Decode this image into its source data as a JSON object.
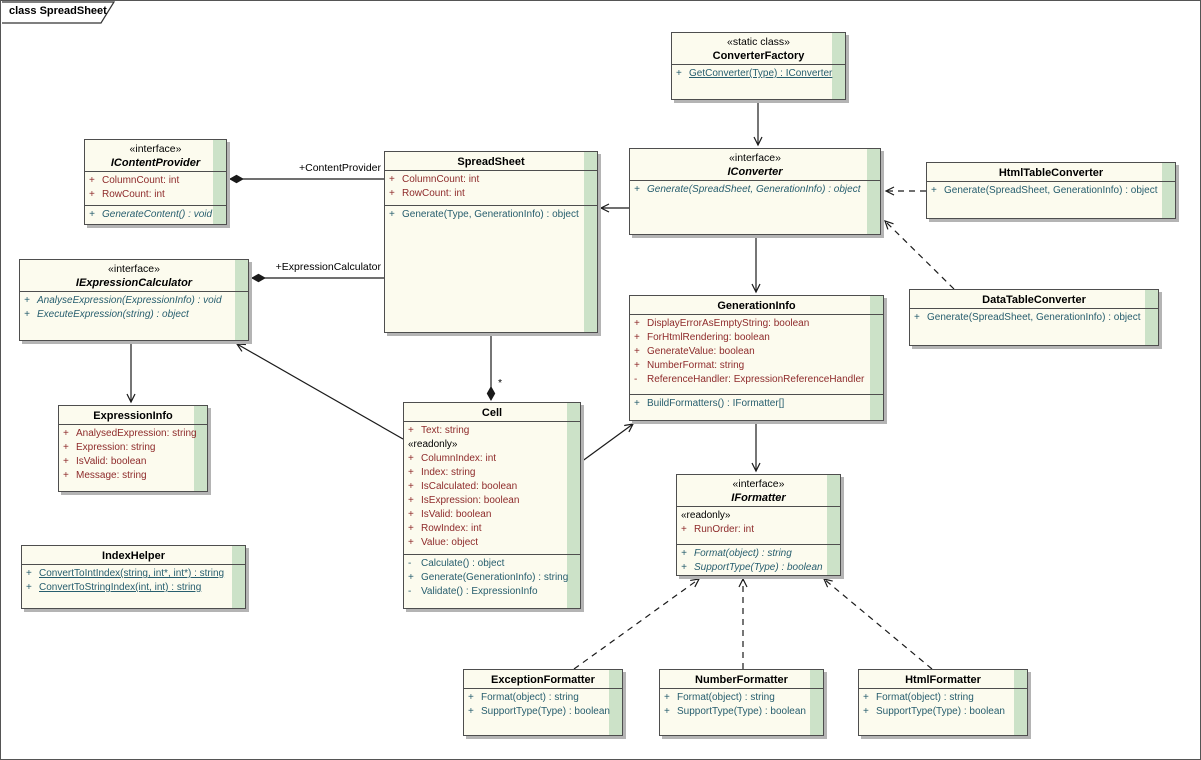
{
  "frame": {
    "tab_label": "class SpreadSheet"
  },
  "colors": {
    "box_fill": "#FCFBEE",
    "box_strip": "#CCE2C8",
    "attribute_text": "#8E2B2B",
    "method_text": "#275E6E"
  },
  "labels": {
    "content_provider_role": "+ContentProvider",
    "expression_calculator_role": "+ExpressionCalculator",
    "cell_multiplicity": "*"
  },
  "classes": {
    "converter_factory": {
      "stereotype": "«static class»",
      "name": "ConverterFactory",
      "ops": [
        {
          "v": "+",
          "t": "GetConverter(Type) : IConverter"
        }
      ]
    },
    "icontent_provider": {
      "stereotype": "«interface»",
      "name": "IContentProvider",
      "attrs": [
        {
          "v": "+",
          "t": "ColumnCount:  int"
        },
        {
          "v": "+",
          "t": "RowCount:  int"
        }
      ],
      "ops": [
        {
          "v": "+",
          "t": "GenerateContent() : void"
        }
      ]
    },
    "spreadsheet": {
      "name": "SpreadSheet",
      "attrs": [
        {
          "v": "+",
          "t": "ColumnCount:  int"
        },
        {
          "v": "+",
          "t": "RowCount:  int"
        }
      ],
      "ops": [
        {
          "v": "+",
          "t": "Generate(Type, GenerationInfo) : object"
        }
      ]
    },
    "iconverter": {
      "stereotype": "«interface»",
      "name": "IConverter",
      "ops": [
        {
          "v": "+",
          "t": "Generate(SpreadSheet, GenerationInfo) : object"
        }
      ]
    },
    "html_table_converter": {
      "name": "HtmlTableConverter",
      "ops": [
        {
          "v": "+",
          "t": "Generate(SpreadSheet, GenerationInfo) : object"
        }
      ]
    },
    "data_table_converter": {
      "name": "DataTableConverter",
      "ops": [
        {
          "v": "+",
          "t": "Generate(SpreadSheet, GenerationInfo) : object"
        }
      ]
    },
    "iexpression_calculator": {
      "stereotype": "«interface»",
      "name": "IExpressionCalculator",
      "ops": [
        {
          "v": "+",
          "t": "AnalyseExpression(ExpressionInfo) : void"
        },
        {
          "v": "+",
          "t": "ExecuteExpression(string) : object"
        }
      ]
    },
    "expression_info": {
      "name": "ExpressionInfo",
      "attrs": [
        {
          "v": "+",
          "t": "AnalysedExpression:  string"
        },
        {
          "v": "+",
          "t": "Expression:  string"
        },
        {
          "v": "+",
          "t": "IsValid:  boolean"
        },
        {
          "v": "+",
          "t": "Message:  string"
        }
      ]
    },
    "index_helper": {
      "name": "IndexHelper",
      "ops": [
        {
          "v": "+",
          "t": "ConvertToIntIndex(string, int*, int*) : string"
        },
        {
          "v": "+",
          "t": "ConvertToStringIndex(int, int) : string"
        }
      ]
    },
    "cell": {
      "name": "Cell",
      "attrs": [
        {
          "v": "+",
          "t": "Text:  string"
        },
        {
          "v": "",
          "t": "«readonly»"
        },
        {
          "v": "+",
          "t": "ColumnIndex:  int"
        },
        {
          "v": "+",
          "t": "Index:  string"
        },
        {
          "v": "+",
          "t": "IsCalculated:  boolean"
        },
        {
          "v": "+",
          "t": "IsExpression:  boolean"
        },
        {
          "v": "+",
          "t": "IsValid:  boolean"
        },
        {
          "v": "+",
          "t": "RowIndex:  int"
        },
        {
          "v": "+",
          "t": "Value:  object"
        }
      ],
      "ops": [
        {
          "v": "-",
          "t": "Calculate() : object"
        },
        {
          "v": "+",
          "t": "Generate(GenerationInfo) : string"
        },
        {
          "v": "-",
          "t": "Validate() : ExpressionInfo"
        }
      ]
    },
    "generation_info": {
      "name": "GenerationInfo",
      "attrs": [
        {
          "v": "+",
          "t": "DisplayErrorAsEmptyString:  boolean"
        },
        {
          "v": "+",
          "t": "ForHtmlRendering:  boolean"
        },
        {
          "v": "+",
          "t": "GenerateValue:  boolean"
        },
        {
          "v": "+",
          "t": "NumberFormat:  string"
        },
        {
          "v": "-",
          "t": "ReferenceHandler:  ExpressionReferenceHandler"
        }
      ],
      "ops": [
        {
          "v": "+",
          "t": "BuildFormatters() : IFormatter[]"
        }
      ]
    },
    "iformatter": {
      "stereotype": "«interface»",
      "name": "IFormatter",
      "attrs": [
        {
          "v": "",
          "t": "«readonly»"
        },
        {
          "v": "+",
          "t": "RunOrder:  int"
        }
      ],
      "ops": [
        {
          "v": "+",
          "t": "Format(object) : string"
        },
        {
          "v": "+",
          "t": "SupportType(Type) : boolean"
        }
      ]
    },
    "exception_formatter": {
      "name": "ExceptionFormatter",
      "ops": [
        {
          "v": "+",
          "t": "Format(object) : string"
        },
        {
          "v": "+",
          "t": "SupportType(Type) : boolean"
        }
      ]
    },
    "number_formatter": {
      "name": "NumberFormatter",
      "ops": [
        {
          "v": "+",
          "t": "Format(object) : string"
        },
        {
          "v": "+",
          "t": "SupportType(Type) : boolean"
        }
      ]
    },
    "html_formatter": {
      "name": "HtmlFormatter",
      "ops": [
        {
          "v": "+",
          "t": "Format(object) : string"
        },
        {
          "v": "+",
          "t": "SupportType(Type) : boolean"
        }
      ]
    }
  }
}
